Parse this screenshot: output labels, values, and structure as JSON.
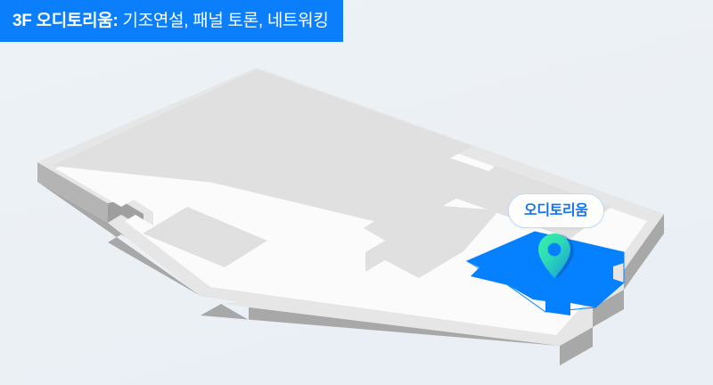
{
  "banner": {
    "title": "3F 오디토리움:",
    "subtitle": "기조연설, 패널 토론, 네트워킹",
    "background_color": "#0b7ffb",
    "text_color": "#ffffff"
  },
  "map": {
    "view": "isometric-floor-plan",
    "floor_label": "3F",
    "background_color": "#eef2f6",
    "slab_top_color": "#e3e3e3",
    "slab_side_color": "#a8a8a8",
    "corridor_color": "#fcfcfc",
    "room_color": "#e0e0e0",
    "highlight_color": "#0580ff",
    "rooms": [
      {
        "name": "room-north-long",
        "fill": "#e0e0e0"
      },
      {
        "name": "room-center-large",
        "fill": "#e0e0e0"
      },
      {
        "name": "room-west-small",
        "fill": "#e0e0e0"
      },
      {
        "name": "room-east-notched",
        "fill": "#e0e0e0"
      },
      {
        "name": "room-auditorium",
        "fill": "#0580ff",
        "highlighted": true
      }
    ]
  },
  "marker": {
    "tooltip_label": "오디토리움",
    "tooltip_text_color": "#1273f0",
    "tooltip_border_color": "#bddcfd",
    "tooltip_background": "#ffffff",
    "pin_gradient_start": "#2ef0a0",
    "pin_gradient_end": "#1ea8d8",
    "pin_hole_color": "#0580ff"
  }
}
